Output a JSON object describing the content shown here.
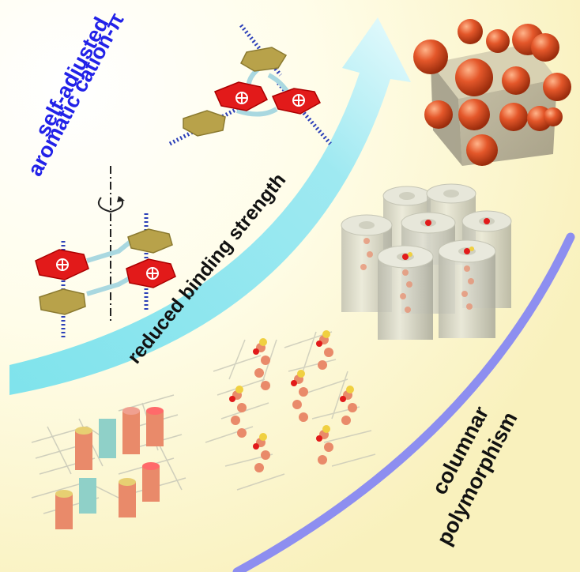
{
  "labels": {
    "top_left_line1": "self-adjusted",
    "top_left_line2": "aromatic cation-π",
    "arrow": "reduced binding strength",
    "bottom_right_line1": "columnar",
    "bottom_right_line2": "polymorphism"
  },
  "symbols": {
    "cation": "⊕"
  },
  "colors": {
    "label_blue": "#2222e8",
    "arrow_cyan": "#86e6ee",
    "arc_purple": "#8d8ef0",
    "bg_yellow": "#fbf6cc",
    "sphere_orange": "#e4572a",
    "hexagon_red": "#e21a1a",
    "hexagon_olive": "#b8a24a",
    "stacking_axis": "#2b3fb8"
  }
}
